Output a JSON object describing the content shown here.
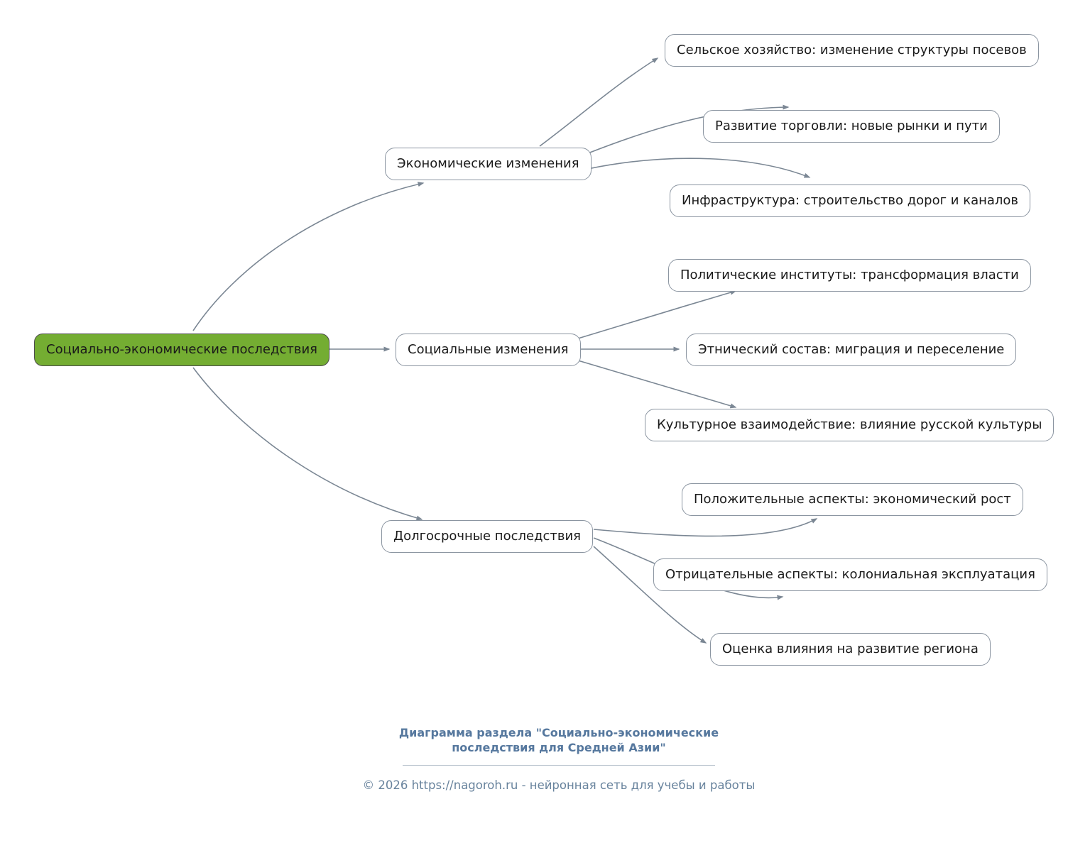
{
  "diagram": {
    "root": {
      "label": "Социально-экономические последствия"
    },
    "branches": [
      {
        "label": "Экономические изменения",
        "children": [
          {
            "label": "Сельское хозяйство: изменение структуры посевов"
          },
          {
            "label": "Развитие торговли: новые рынки и пути"
          },
          {
            "label": "Инфраструктура: строительство дорог и каналов"
          }
        ]
      },
      {
        "label": "Социальные изменения",
        "children": [
          {
            "label": "Политические институты: трансформация власти"
          },
          {
            "label": "Этнический состав: миграция и переселение"
          },
          {
            "label": "Культурное взаимодействие: влияние русской культуры"
          }
        ]
      },
      {
        "label": "Долгосрочные последствия",
        "children": [
          {
            "label": "Положительные аспекты: экономический рост"
          },
          {
            "label": "Отрицательные аспекты: колониальная эксплуатация"
          },
          {
            "label": "Оценка влияния на развитие региона"
          }
        ]
      }
    ],
    "colors": {
      "root_fill": "#74ad32",
      "node_border": "#8b95a1",
      "edge": "#7b8794"
    }
  },
  "footer": {
    "caption_line1": "Диаграмма раздела \"Социально-экономические",
    "caption_line2": "последствия для Средней Азии\"",
    "copyright": "© 2026 https://nagoroh.ru - нейронная сеть для учебы и работы"
  }
}
